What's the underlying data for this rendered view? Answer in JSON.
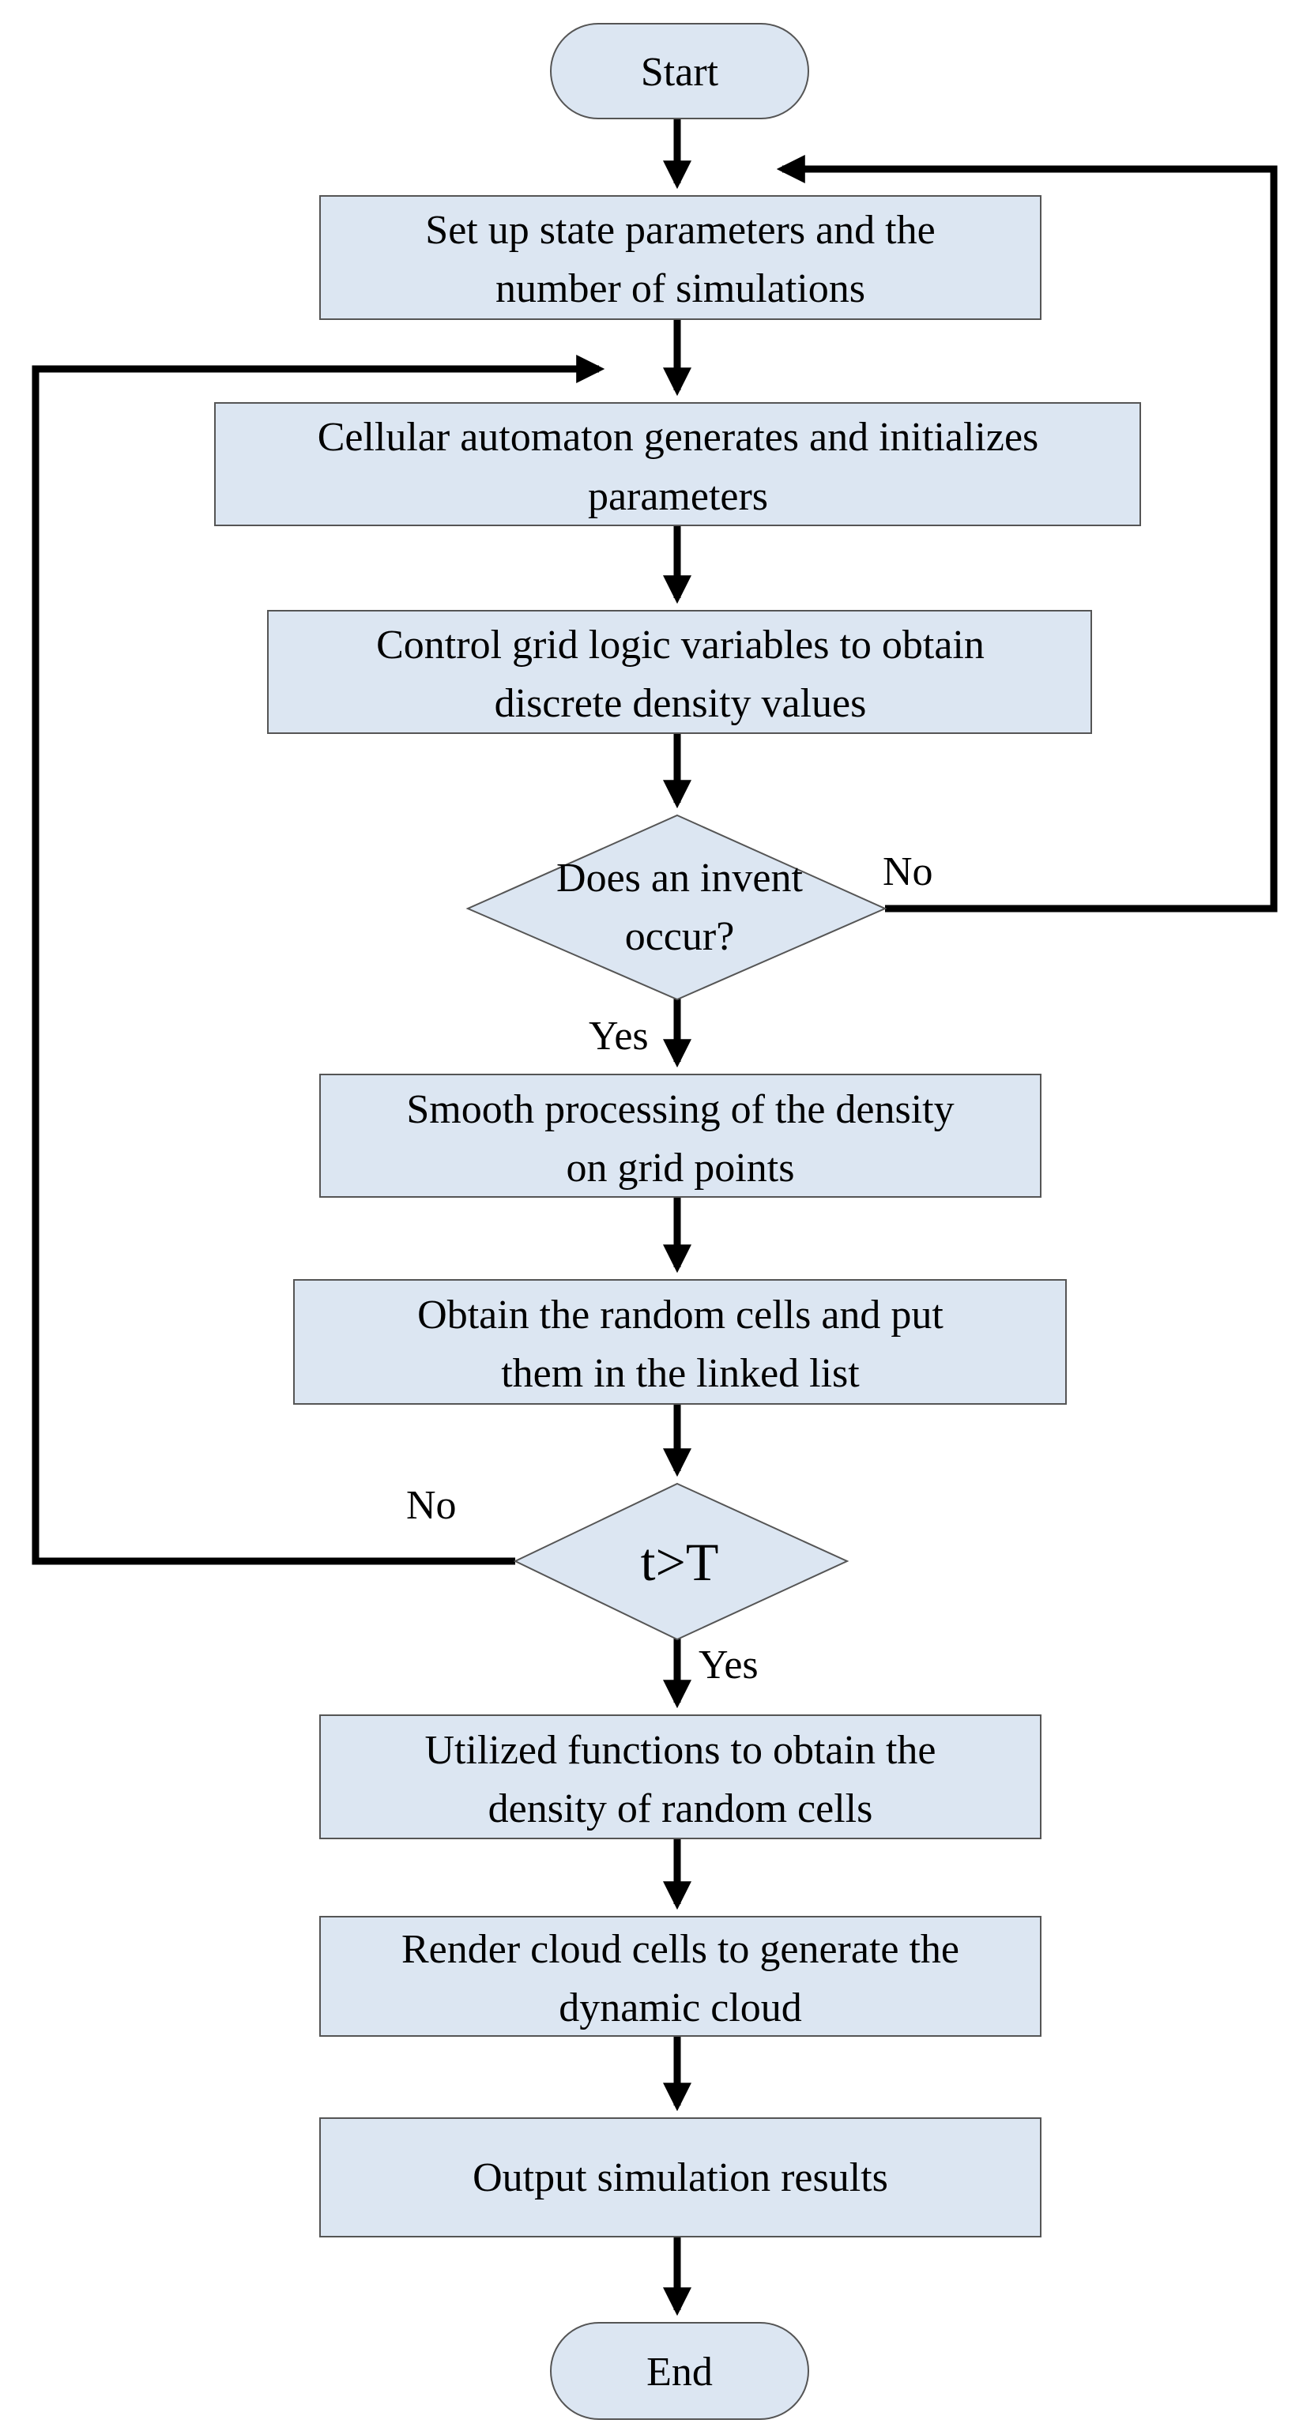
{
  "colors": {
    "node_fill": "#dce6f2",
    "node_stroke": "#555555",
    "line": "#000000"
  },
  "nodes": {
    "start": "Start",
    "setup": [
      "Set up state parameters and the",
      "number of simulations"
    ],
    "cellular": [
      "Cellular automaton generates and initializes",
      "parameters"
    ],
    "control": [
      "Control grid logic variables to obtain",
      "discrete density values"
    ],
    "decision_invent": [
      "Does an invent",
      "occur?"
    ],
    "smooth": [
      "Smooth processing of the density",
      "on grid points"
    ],
    "obtain": [
      "Obtain the random cells and put",
      "them in the linked list"
    ],
    "decision_t": "t>T",
    "utilized": [
      "Utilized functions to obtain the",
      "density of random cells"
    ],
    "render": [
      "Render cloud cells to generate the",
      "dynamic cloud"
    ],
    "output": "Output simulation results",
    "end": "End"
  },
  "labels": {
    "invent_no": "No",
    "invent_yes": "Yes",
    "t_no": "No",
    "t_yes": "Yes"
  }
}
